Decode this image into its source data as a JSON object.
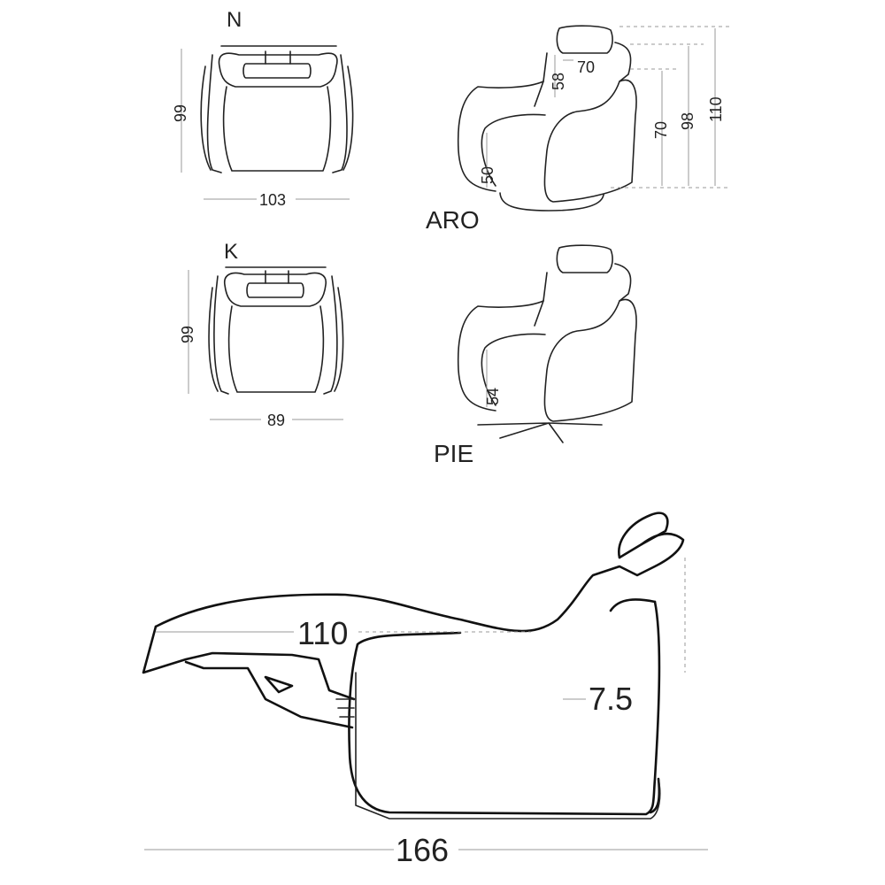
{
  "views": {
    "n_top": {
      "label": "N",
      "depth": "99",
      "width": "103"
    },
    "k_top": {
      "label": "K",
      "depth": "99",
      "width": "89"
    },
    "aro_side": {
      "label": "ARO",
      "headrest_width": "70",
      "headrest_height": "58",
      "back_height": "70",
      "height_no_headrest": "98",
      "total_height": "110",
      "seat_height": "50"
    },
    "pie_side": {
      "label": "PIE",
      "seat_height": "54"
    },
    "reclined": {
      "height": "110",
      "headrest_tilt": "7.5",
      "length": "166"
    }
  }
}
